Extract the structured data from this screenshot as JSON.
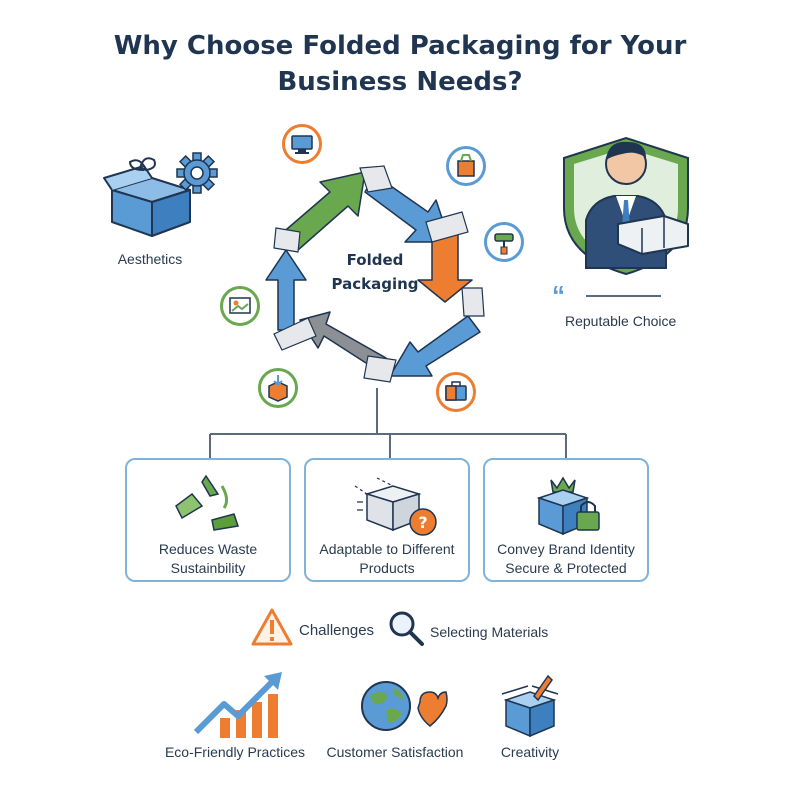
{
  "title_line1": "Why Choose Folded Packaging for Your",
  "title_line2": "Business Needs?",
  "center": {
    "line1": "Folded",
    "line2": "Packaging"
  },
  "left_feature": {
    "label": "Aesthetics",
    "icons": [
      "gift-box-icon",
      "gear-icon"
    ]
  },
  "right_feature": {
    "label": "Reputable Choice",
    "quote_mark": "“",
    "icons": [
      "businessman-shield-icon"
    ]
  },
  "cycle_icons": [
    "computer-icon",
    "shopping-bag-icon",
    "paint-roller-icon",
    "briefcase-icon",
    "download-box-icon",
    "image-screen-icon"
  ],
  "cards": [
    {
      "line1": "Reduces Waste",
      "line2": "Sustainbility",
      "icon": "recycle-icon"
    },
    {
      "line1": "Adaptable to Different",
      "line2": "Products",
      "icon": "question-box-icon"
    },
    {
      "line1": "Convey Brand Identity",
      "line2": "Secure & Protected",
      "icon": "box-lock-icon"
    }
  ],
  "challenges": {
    "label": "Challenges",
    "icon": "warning-icon"
  },
  "selecting": {
    "label": "Selecting Materials",
    "icon": "magnifier-icon"
  },
  "bottom": [
    {
      "label": "Eco-Friendly Practices",
      "icon": "growth-chart-icon"
    },
    {
      "label": "Customer Satisfaction",
      "icon": "globe-heart-icon"
    },
    {
      "label": "Creativity",
      "icon": "box-brush-icon"
    }
  ],
  "colors": {
    "navy": "#1f3550",
    "green": "#6aa84f",
    "blue": "#5b9bd5",
    "orange": "#ed7d31",
    "gray": "#8c8f94",
    "card_border": "#7fb3d9"
  }
}
